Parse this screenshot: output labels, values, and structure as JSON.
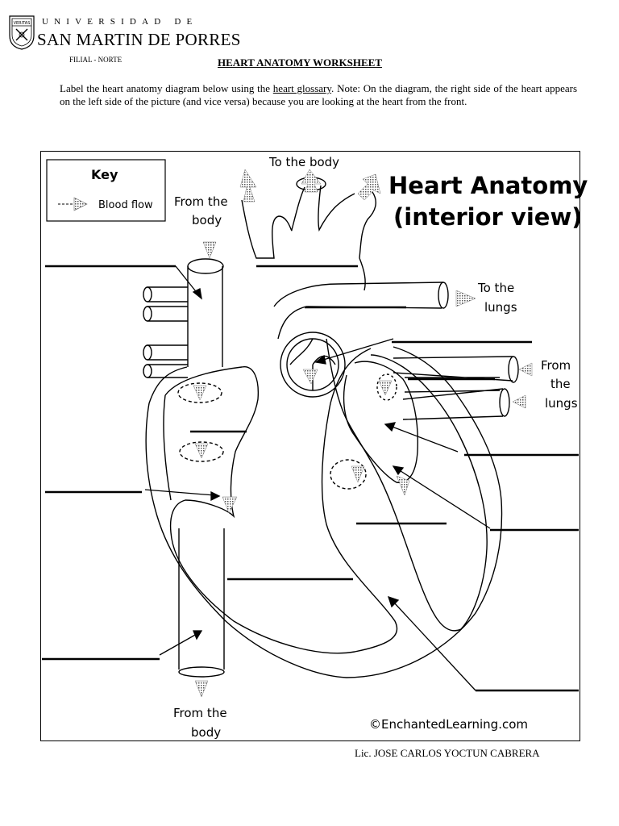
{
  "header": {
    "university_line1": "UNIVERSIDAD DE",
    "university_line2": "SAN MARTIN DE PORRES",
    "campus": "FILIAL - NORTE",
    "logo_text": "VERITAS"
  },
  "document": {
    "title": "HEART ANATOMY WORKSHEET",
    "instructions_before_link": "Label the heart anatomy diagram below using the ",
    "instructions_link": "heart glossary",
    "instructions_after_link": ". Note: On the diagram, the right side of the heart appears on the left side of the picture (and vice versa) because you are looking at the heart from the front."
  },
  "diagram": {
    "title_line1": "Heart Anatomy",
    "title_line2": "(interior view)",
    "key_title": "Key",
    "key_item": "Blood flow",
    "label_to_body": "To the body",
    "label_from_body_top_1": "From the",
    "label_from_body_top_2": "body",
    "label_to_lungs_1": "To the",
    "label_to_lungs_2": "lungs",
    "label_from_lungs_1": "From",
    "label_from_lungs_2": "the",
    "label_from_lungs_3": "lungs",
    "label_from_body_bottom_1": "From the",
    "label_from_body_bottom_2": "body",
    "copyright": "©EnchantedLearning.com"
  },
  "footer": {
    "author": "Lic. JOSE CARLOS YOCTUN CABRERA"
  }
}
